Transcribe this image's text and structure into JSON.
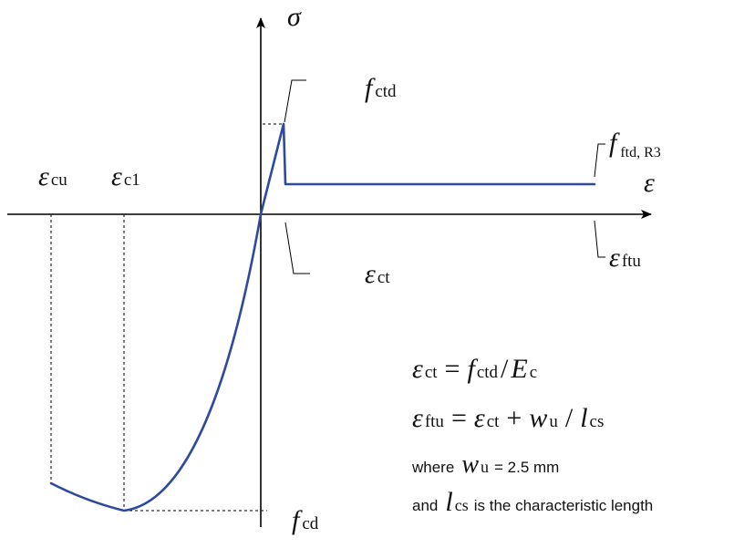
{
  "axes": {
    "y_label": "σ",
    "x_label": "ε"
  },
  "labels": {
    "f_ctd": {
      "main": "f",
      "sub": "ctd"
    },
    "f_ftd": {
      "main": "f",
      "sub": "ftd, R3"
    },
    "eps_cu": {
      "main": "ε",
      "sub": "cu"
    },
    "eps_c1": {
      "main": "ε",
      "sub": "c1"
    },
    "eps_ct": {
      "main": "ε",
      "sub": "ct"
    },
    "eps_ftu": {
      "main": "ε",
      "sub": "ftu"
    },
    "f_cd": {
      "main": "f",
      "sub": "cd"
    }
  },
  "equations": {
    "eq1": {
      "lhs_main": "ε",
      "lhs_sub": "ct",
      "op": "=",
      "a_main": "f",
      "a_sub": "ctd",
      "slash": "/",
      "b_main": "E",
      "b_sub": "c"
    },
    "eq2": {
      "lhs_main": "ε",
      "lhs_sub": "ftu",
      "op": "=",
      "a_main": "ε",
      "a_sub": "ct",
      "plus": "+",
      "b_main": "w",
      "b_sub": "u",
      "slash": "/",
      "c_main": "l",
      "c_sub": "cs"
    }
  },
  "notes": {
    "where_prefix": "where",
    "w_main": "w",
    "w_sub": "u",
    "w_value": "= 2.5 mm",
    "and_prefix": "and",
    "l_main": "l",
    "l_sub": "cs",
    "l_desc": "is the characteristic length"
  },
  "colors": {
    "curve": "#2e4a9e",
    "axis": "#000000"
  }
}
